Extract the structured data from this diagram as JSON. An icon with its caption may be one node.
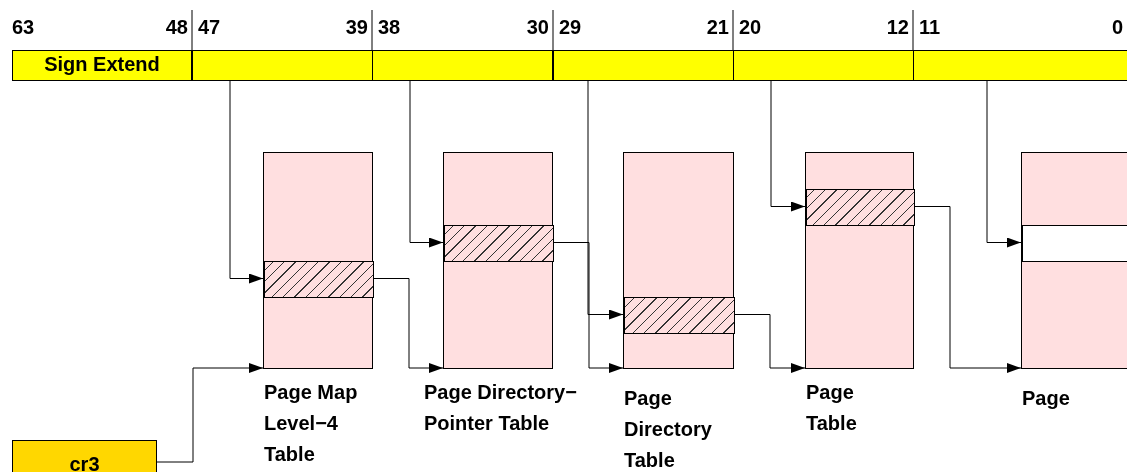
{
  "diagram": {
    "nodes": [
      {
        "text": [
          "Sign Extend"
        ]
      },
      {
        "text": [],
        "shape": "box"
      },
      {
        "text": [],
        "shape": "box"
      },
      {
        "text": [],
        "shape": "box"
      },
      {
        "text": [],
        "shape": "box"
      },
      {
        "text": [],
        "shape": "box"
      },
      {
        "text": [
          "Page Map Level−4 Table"
        ]
      },
      {
        "text": [],
        "shape": "box",
        "in": 6
      },
      {
        "text": [
          "Page Directory− Pointer Table"
        ]
      },
      {
        "text": [],
        "shape": "box",
        "in": 8
      },
      {
        "text": [
          "Page Directory Table"
        ]
      },
      {
        "text": [],
        "shape": "box",
        "in": 10
      },
      {
        "text": [
          "Page Table"
        ]
      },
      {
        "text": [],
        "shape": "box",
        "in": 12
      },
      {
        "text": [
          "Page"
        ]
      },
      {
        "text": [],
        "shape": "box",
        "in": 14
      },
      {
        "text": [
          "cr3"
        ]
      }
    ],
    "edges": [
      {
        "from": 1,
        "to": 7,
        "arrow": "to"
      },
      {
        "from": 2,
        "to": 9,
        "arrow": "to"
      },
      {
        "from": 3,
        "to": 11,
        "arrow": "to"
      },
      {
        "from": 4,
        "to": 13,
        "arrow": "to"
      },
      {
        "from": 5,
        "to": 15,
        "arrow": "to"
      },
      {
        "from": 7,
        "to": 8,
        "arrow": "to"
      },
      {
        "from": 9,
        "to": 10,
        "arrow": "to"
      },
      {
        "from": 11,
        "to": 12,
        "arrow": "to"
      },
      {
        "from": 13,
        "to": 14,
        "arrow": "to"
      },
      {
        "from": 16,
        "to": 6,
        "arrow": "to"
      }
    ],
    "labels": [
      "63",
      "48",
      "47",
      "39",
      "38",
      "30",
      "29",
      "21",
      "20",
      "12",
      "11",
      "0"
    ]
  }
}
